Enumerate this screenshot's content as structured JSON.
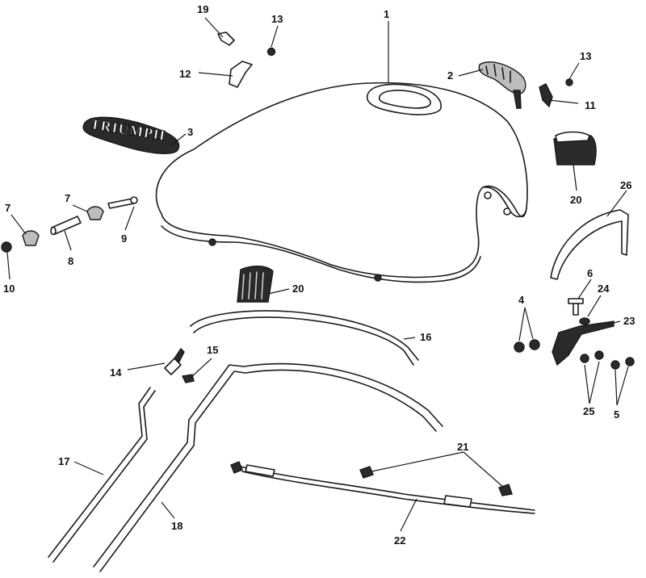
{
  "callouts": [
    "1",
    "2",
    "3",
    "4",
    "5",
    "6",
    "7",
    "7",
    "8",
    "9",
    "10",
    "11",
    "12",
    "13",
    "13",
    "14",
    "15",
    "16",
    "17",
    "18",
    "19",
    "20",
    "20",
    "21",
    "22",
    "23",
    "24",
    "25",
    "26"
  ],
  "logo_text": "TRIUMPH"
}
